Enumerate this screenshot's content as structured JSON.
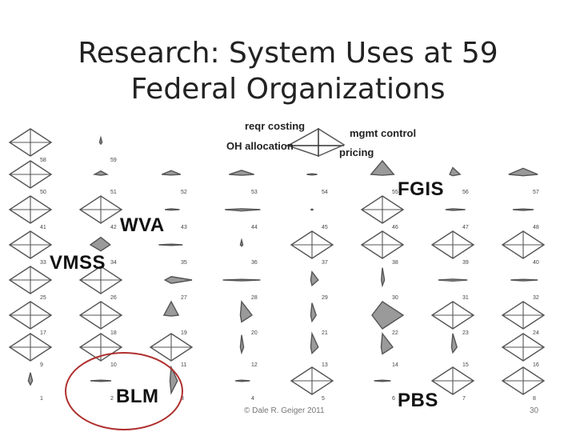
{
  "title": {
    "line1": "Research: System Uses at 59",
    "line2": "Federal Organizations"
  },
  "legend": {
    "top": "reqr costing",
    "right": "mgmt control",
    "left": "OH allocation",
    "bottom": "pricing"
  },
  "highlights": {
    "fgis": "FGIS",
    "wva": "WVA",
    "vmss": "VMSS",
    "blm": "BLM",
    "pbs": "PBS"
  },
  "footer": {
    "copyright": "© Dale R. Geiger 2011",
    "page": "30"
  },
  "colors": {
    "glyph_stroke": "#555555",
    "glyph_fill": "#9a9a9a",
    "circle": "#b03030"
  },
  "grid": {
    "columns": 8,
    "rows": [
      {
        "numbers": [
          "58",
          "59"
        ],
        "shapes": [
          [
            1,
            1,
            1,
            1
          ],
          [
            0.35,
            0.06,
            0.12,
            0.06
          ]
        ]
      },
      {
        "numbers": [
          "50",
          "51",
          "52",
          "53",
          "54",
          "55",
          "56",
          "57"
        ],
        "shapes": [
          [
            1,
            1,
            1,
            1
          ],
          [
            0.25,
            0.3,
            0.06,
            0.3
          ],
          [
            0.28,
            0.45,
            0.05,
            0.45
          ],
          [
            0.3,
            0.6,
            0.06,
            0.6
          ],
          [
            0.05,
            0.25,
            0.05,
            0.25
          ],
          [
            1,
            0.55,
            0.06,
            0.55
          ],
          [
            0.5,
            0.35,
            0.1,
            0.15
          ],
          [
            0.45,
            0.7,
            0.1,
            0.7
          ]
        ]
      },
      {
        "numbers": [
          "41",
          "42",
          "43",
          "44",
          "45",
          "46",
          "47",
          "48"
        ],
        "shapes": [
          [
            1,
            1,
            1,
            1
          ],
          [
            1,
            1,
            1,
            1
          ],
          [
            0.06,
            0.4,
            0.04,
            0.3
          ],
          [
            0.06,
            0.9,
            0.1,
            0.8
          ],
          [
            0.05,
            0.05,
            0.05,
            0.05
          ],
          [
            1,
            1,
            1,
            1
          ],
          [
            0.06,
            0.6,
            0.06,
            0.35
          ],
          [
            0.05,
            0.5,
            0.06,
            0.5
          ]
        ]
      },
      {
        "numbers": [
          "33",
          "34",
          "35",
          "36",
          "37",
          "38",
          "39",
          "40"
        ],
        "shapes": [
          [
            1,
            1,
            1,
            1
          ],
          [
            0.55,
            0.45,
            0.45,
            0.5
          ],
          [
            0.05,
            0.55,
            0.05,
            0.6
          ],
          [
            0.35,
            0.06,
            0.1,
            0.06
          ],
          [
            1,
            1,
            1,
            1
          ],
          [
            1,
            1,
            1,
            1
          ],
          [
            1,
            1,
            1,
            1
          ],
          [
            1,
            1,
            1,
            1
          ]
        ]
      },
      {
        "numbers": [
          "25",
          "26",
          "27",
          "28",
          "29",
          "30",
          "31",
          "32"
        ],
        "shapes": [
          [
            1,
            1,
            1,
            1
          ],
          [
            1,
            1,
            1,
            1
          ],
          [
            0.25,
            1,
            0.25,
            0.3
          ],
          [
            0.05,
            0.9,
            0.06,
            0.9
          ],
          [
            0.6,
            0.3,
            0.4,
            0.06
          ],
          [
            0.9,
            0.1,
            0.4,
            0.05
          ],
          [
            0.06,
            0.7,
            0.08,
            0.7
          ],
          [
            0.05,
            0.7,
            0.06,
            0.6
          ]
        ]
      },
      {
        "numbers": [
          "17",
          "18",
          "19",
          "20",
          "21",
          "22",
          "23",
          "24"
        ],
        "shapes": [
          [
            1,
            1,
            1,
            1
          ],
          [
            1,
            1,
            1,
            1
          ],
          [
            1,
            0.35,
            0.06,
            0.35
          ],
          [
            1,
            0.5,
            0.5,
            0.06
          ],
          [
            0.9,
            0.2,
            0.45,
            0.06
          ],
          [
            1,
            1,
            1,
            0.5
          ],
          [
            1,
            1,
            1,
            1
          ],
          [
            1,
            1,
            1,
            1
          ]
        ]
      },
      {
        "numbers": [
          "9",
          "10",
          "11",
          "12",
          "13",
          "14",
          "15",
          "16"
        ],
        "shapes": [
          [
            1,
            1,
            1,
            1
          ],
          [
            1,
            1,
            1,
            1
          ],
          [
            1,
            1,
            1,
            1
          ],
          [
            0.9,
            0.1,
            0.4,
            0.06
          ],
          [
            1,
            0.3,
            0.45,
            0.06
          ],
          [
            1,
            0.5,
            0.5,
            0.06
          ],
          [
            1,
            0.2,
            0.4,
            0.06
          ],
          [
            1,
            1,
            1,
            1
          ]
        ]
      },
      {
        "numbers": [
          "1",
          "2",
          "3",
          "4",
          "5",
          "6",
          "7",
          "8"
        ],
        "shapes": [
          [
            0.6,
            0.1,
            0.3,
            0.1
          ],
          [
            0.05,
            0.5,
            0.05,
            0.5
          ],
          [
            1,
            0.3,
            0.9,
            0.06
          ],
          [
            0.05,
            0.4,
            0.05,
            0.3
          ],
          [
            1,
            1,
            1,
            1
          ],
          [
            0.05,
            0.4,
            0.05,
            0.4
          ],
          [
            1,
            1,
            1,
            1
          ],
          [
            1,
            1,
            1,
            1
          ]
        ]
      }
    ]
  }
}
